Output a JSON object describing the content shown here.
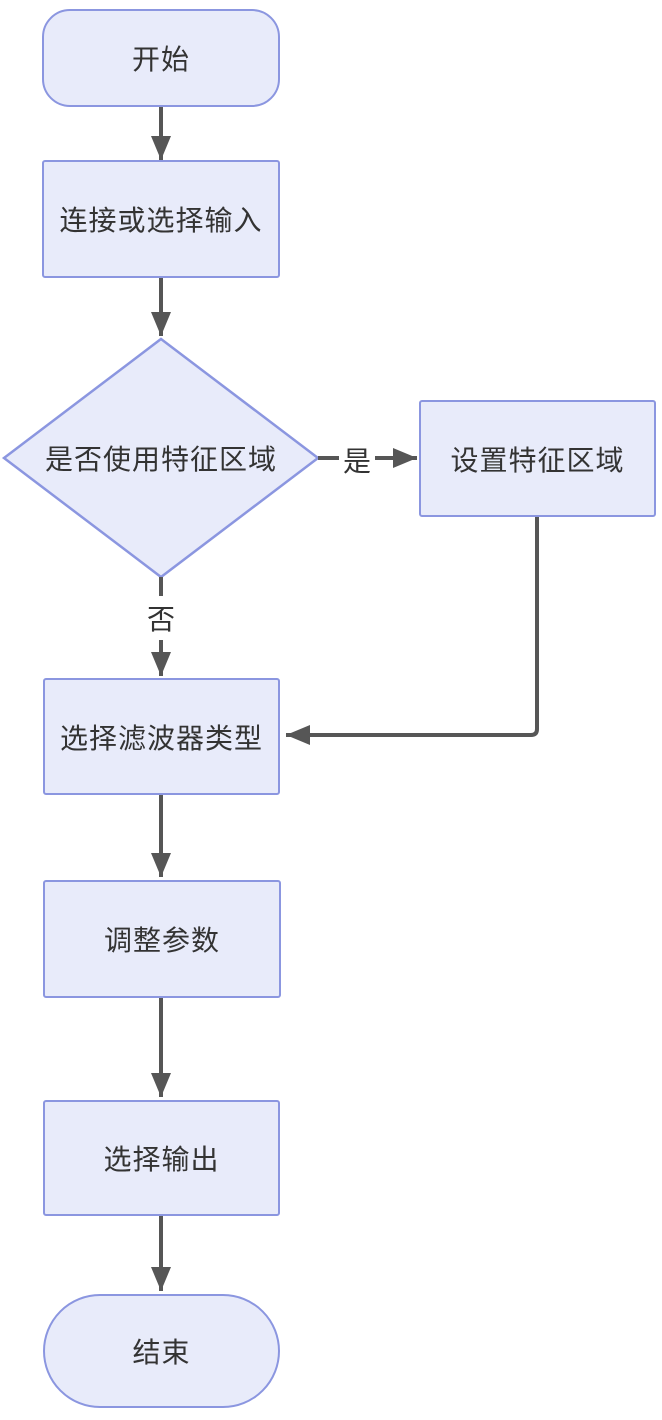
{
  "diagram": {
    "type": "flowchart",
    "direction": "top-down",
    "nodes": [
      {
        "id": "start",
        "label": "开始",
        "shape": "rounded-rect"
      },
      {
        "id": "input",
        "label": "连接或选择输入",
        "shape": "rect"
      },
      {
        "id": "decision",
        "label": "是否使用特征区域",
        "shape": "diamond"
      },
      {
        "id": "feature",
        "label": "设置特征区域",
        "shape": "rect"
      },
      {
        "id": "filter",
        "label": "选择滤波器类型",
        "shape": "rect"
      },
      {
        "id": "params",
        "label": "调整参数",
        "shape": "rect"
      },
      {
        "id": "output",
        "label": "选择输出",
        "shape": "rect"
      },
      {
        "id": "end",
        "label": "结束",
        "shape": "stadium"
      }
    ],
    "edges": [
      {
        "from": "start",
        "to": "input",
        "label": ""
      },
      {
        "from": "input",
        "to": "decision",
        "label": ""
      },
      {
        "from": "decision",
        "to": "feature",
        "label": "是"
      },
      {
        "from": "decision",
        "to": "filter",
        "label": "否"
      },
      {
        "from": "feature",
        "to": "filter",
        "label": ""
      },
      {
        "from": "filter",
        "to": "params",
        "label": ""
      },
      {
        "from": "params",
        "to": "output",
        "label": ""
      },
      {
        "from": "output",
        "to": "end",
        "label": ""
      }
    ],
    "colors": {
      "node_fill": "#e8ebfa",
      "node_border": "#8b96e0",
      "edge": "#565656",
      "text": "#333333",
      "background": "#ffffff"
    }
  }
}
